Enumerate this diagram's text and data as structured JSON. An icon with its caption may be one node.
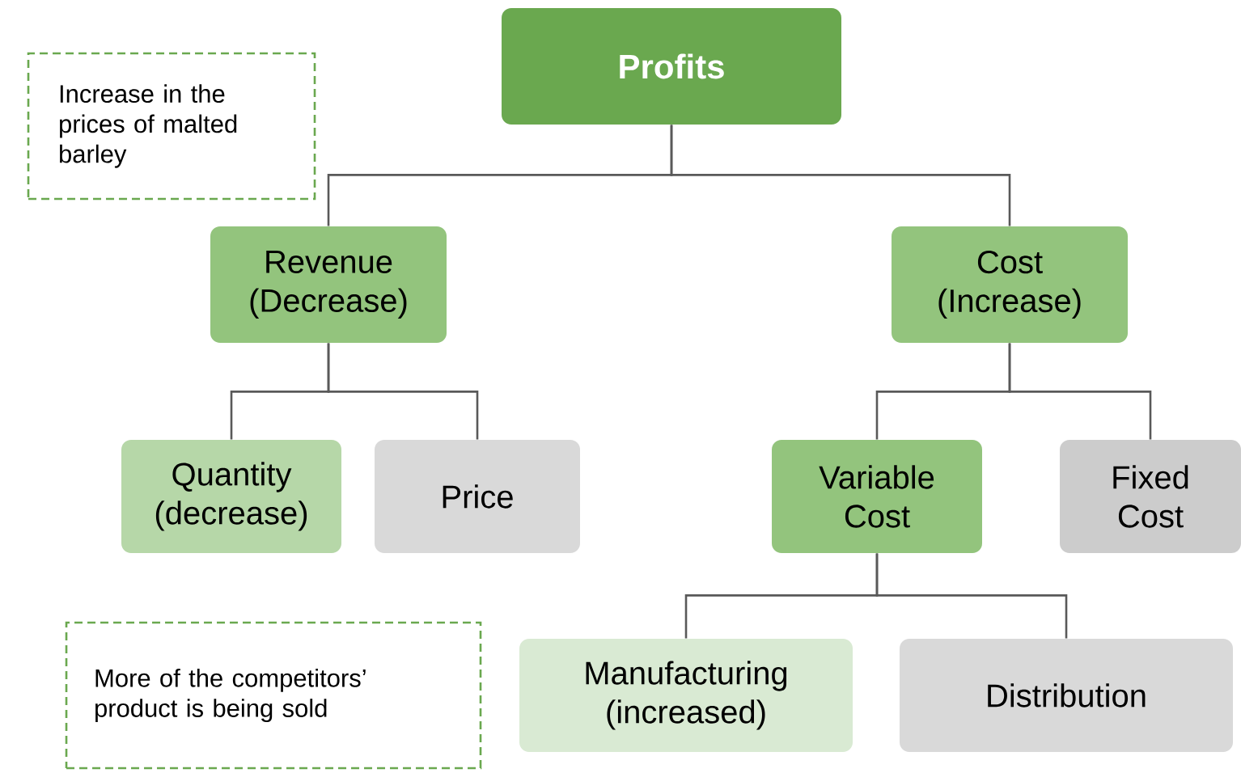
{
  "diagram": {
    "nodes": [
      {
        "text": [
          "Profits"
        ]
      },
      {
        "text": [
          "Revenue (Decrease)"
        ]
      },
      {
        "text": [
          "Cost (Increase)"
        ]
      },
      {
        "text": [
          "Quantity (decrease)"
        ]
      },
      {
        "text": [
          "Price"
        ]
      },
      {
        "text": [
          "Variable Cost"
        ]
      },
      {
        "text": [
          "Fixed Cost"
        ]
      },
      {
        "text": [
          "Manufacturing (increased)"
        ]
      },
      {
        "text": [
          "Distribution"
        ]
      },
      {
        "text": [
          "Increase in the prices of malted barley"
        ]
      },
      {
        "text": [
          "More of the competitors’ product is being sold"
        ]
      }
    ],
    "edges": [
      {
        "from": 0,
        "to": 1,
        "arrow": "none"
      },
      {
        "from": 0,
        "to": 2,
        "arrow": "none"
      },
      {
        "from": 1,
        "to": 3,
        "arrow": "none"
      },
      {
        "from": 1,
        "to": 4,
        "arrow": "none"
      },
      {
        "from": 2,
        "to": 5,
        "arrow": "none"
      },
      {
        "from": 2,
        "to": 6,
        "arrow": "none"
      },
      {
        "from": 5,
        "to": 7,
        "arrow": "none"
      },
      {
        "from": 5,
        "to": 8,
        "arrow": "none"
      }
    ]
  }
}
